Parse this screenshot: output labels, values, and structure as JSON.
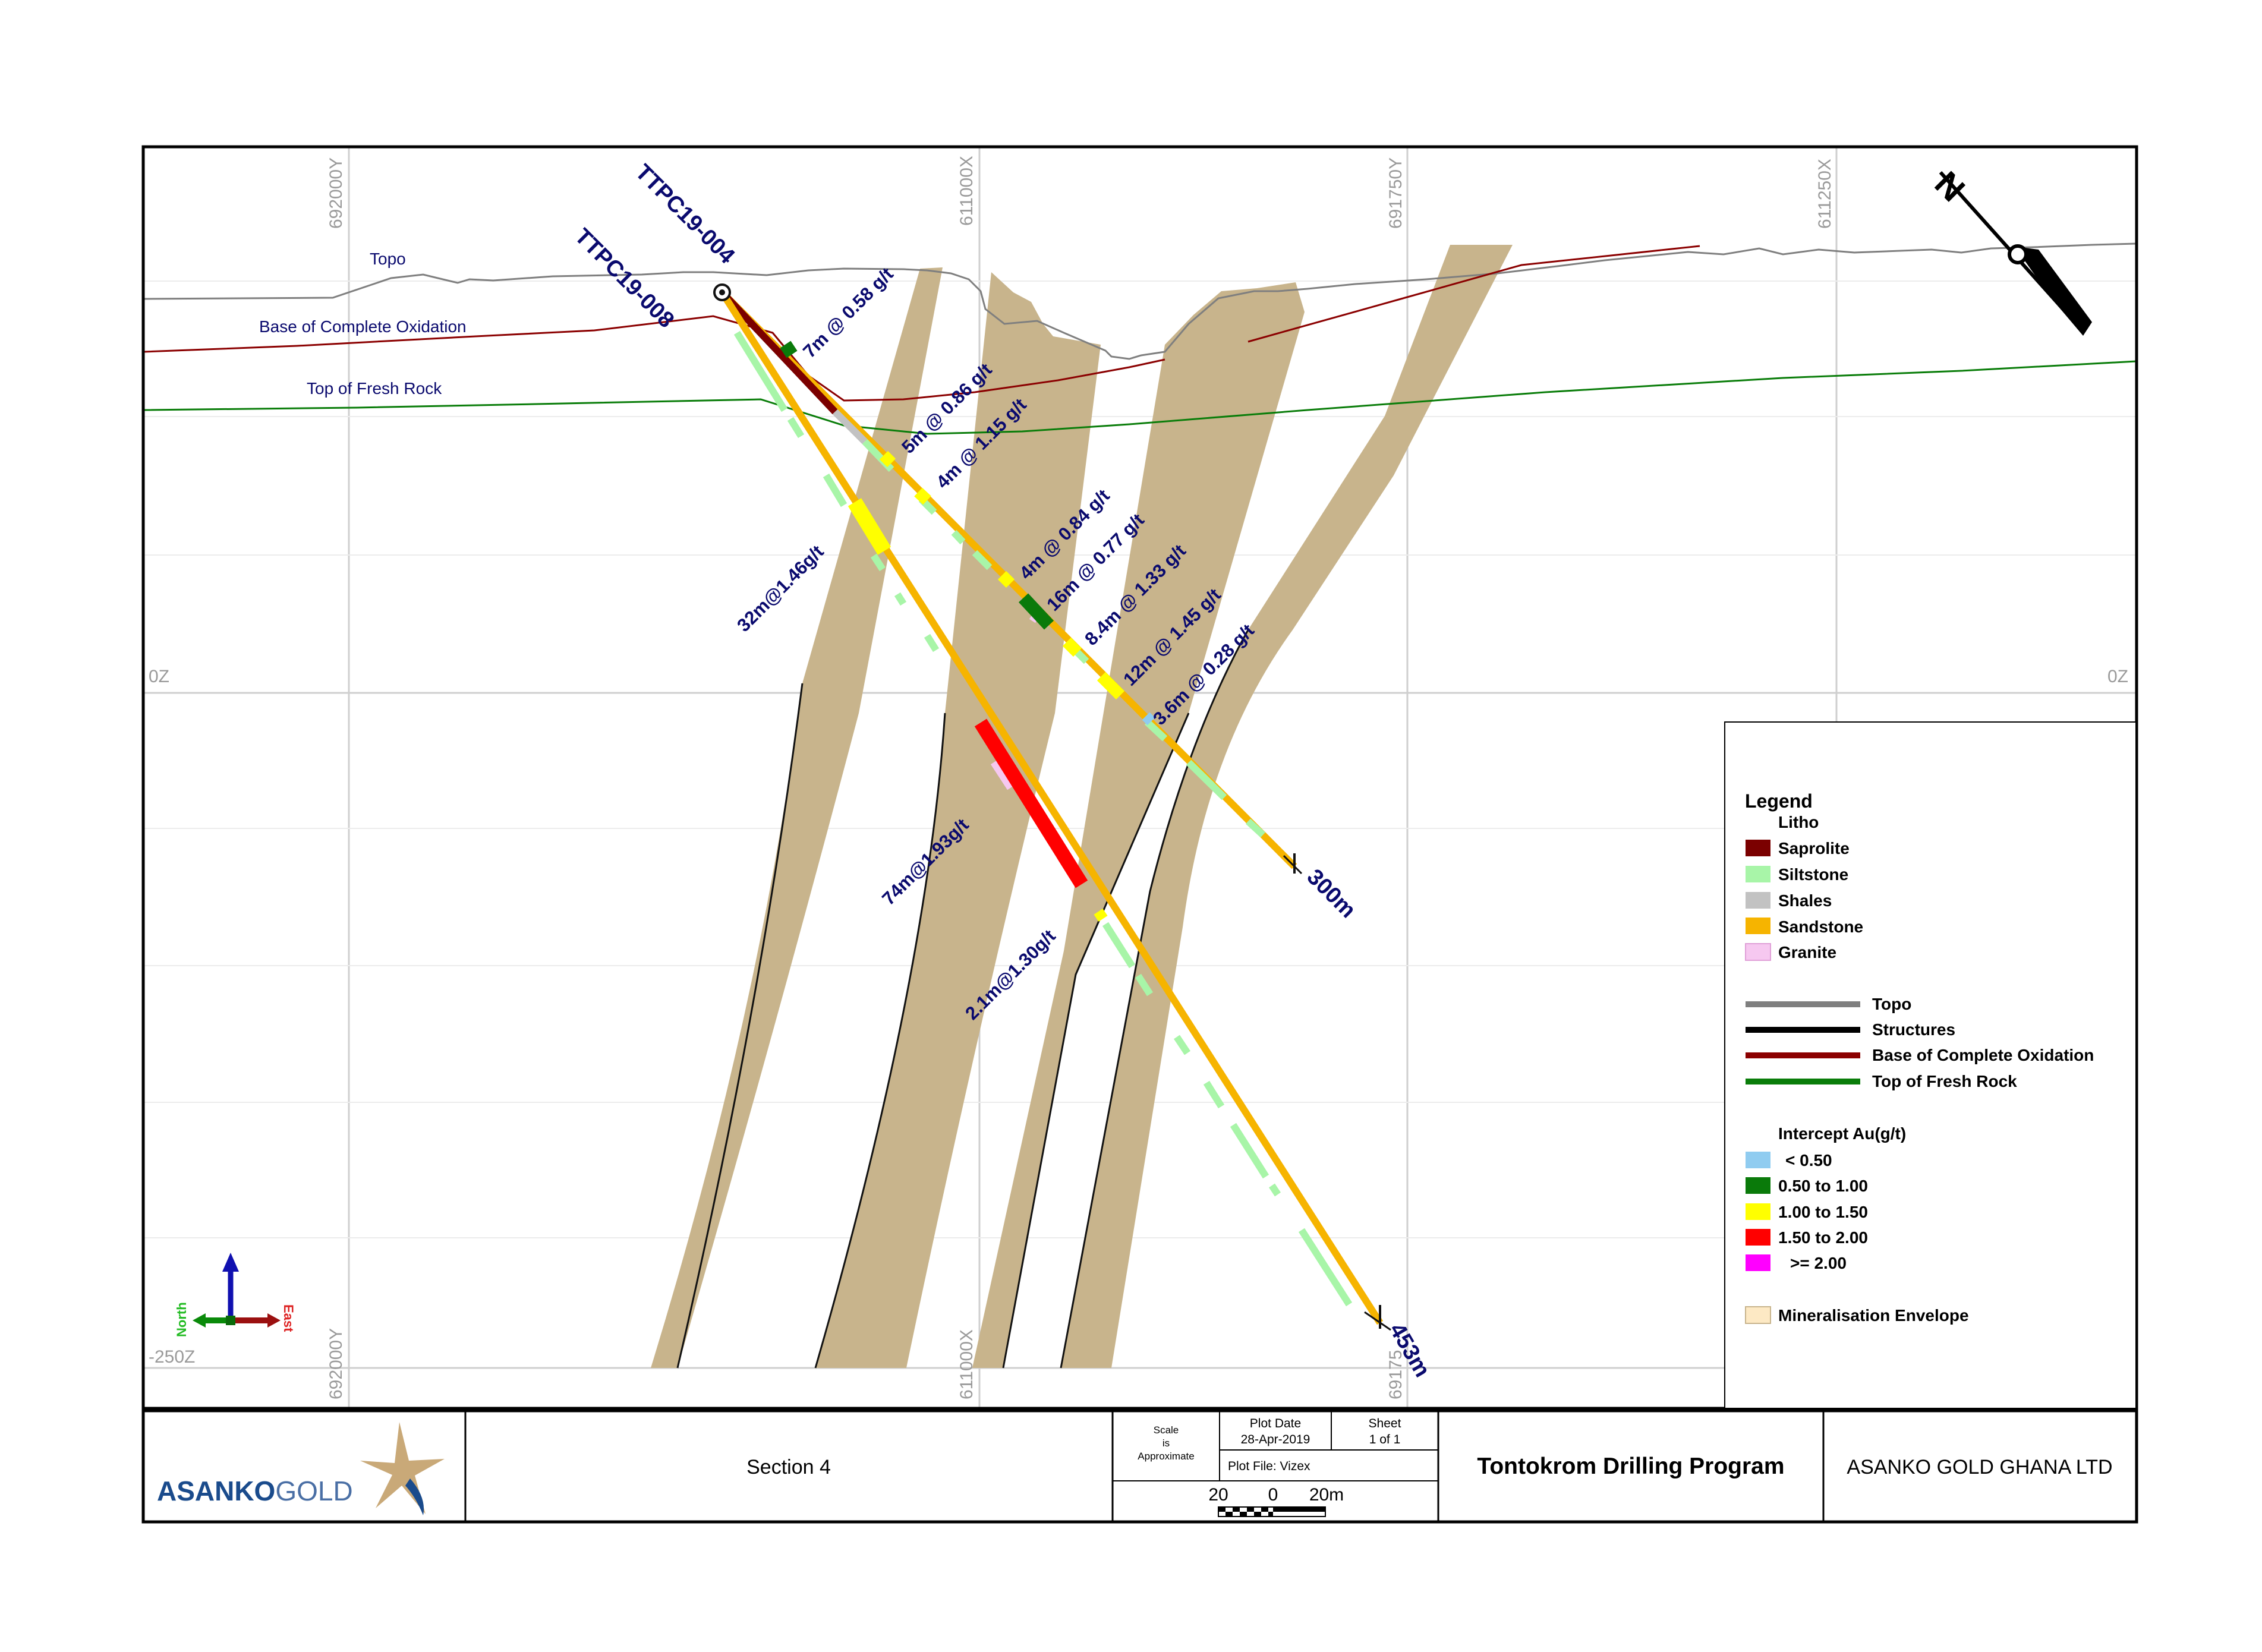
{
  "colors": {
    "saprolite": "#7b0000",
    "siltstone": "#a8f5a8",
    "shales": "#c2c2c2",
    "sandstone": "#f6b400",
    "granite": "#f6c8f0",
    "topo": "#7f7f7f",
    "structures": "#000000",
    "oxidation": "#8b0000",
    "fresh_rock": "#0a7d0a",
    "lt050": "#90ccf0",
    "r050_100": "#0a7a0a",
    "r100_150": "#ffff00",
    "r150_200": "#ff0000",
    "ge200": "#ff00ff",
    "envelope": "#c8b48c",
    "label_navy": "#0a0a6e"
  },
  "grid": {
    "labels_top": [
      "692000Y",
      "611000X",
      "691750Y",
      "611250X"
    ],
    "labels_bottom": [
      "692000Y",
      "611000X",
      "69175"
    ],
    "left_0z": "0Z",
    "right_0z": "0Z",
    "left_250z": "-250Z"
  },
  "surfaces": {
    "topo": "Topo",
    "oxidation": "Base of Complete Oxidation",
    "fresh_rock": "Top of Fresh Rock"
  },
  "holes": [
    {
      "id": "TTPC19-004",
      "end_depth": "300m"
    },
    {
      "id": "TTPC19-008",
      "end_depth": "453m"
    }
  ],
  "intercepts": [
    "7m @ 0.58 g/t",
    "5m @ 0.86 g/t",
    "4m @ 1.15 g/t",
    "4m @ 0.84 g/t",
    "16m @ 0.77 g/t",
    "8.4m @ 1.33 g/t",
    "12m @ 1.45 g/t",
    "3.6m @ 0.28 g/t",
    "32m@1.46g/t",
    "74m@1.93g/t",
    "2.1m@1.30g/t"
  ],
  "compass": {
    "north_letter": "N"
  },
  "axes": {
    "north": "North",
    "east": "East"
  },
  "legend": {
    "title": "Legend",
    "litho_heading": "Litho",
    "litho": [
      "Saprolite",
      "Siltstone",
      "Shales",
      "Sandstone",
      "Granite"
    ],
    "lines": [
      "Topo",
      "Structures",
      "Base of Complete Oxidation",
      "Top of Fresh Rock"
    ],
    "intercept_heading": "Intercept Au(g/t)",
    "intercept_ranges": [
      "< 0.50",
      "0.50 to 1.00",
      "1.00 to 1.50",
      "1.50 to 2.00",
      ">= 2.00"
    ],
    "envelope": "Mineralisation Envelope"
  },
  "title_block": {
    "logo_text_a": "ASANKO",
    "logo_text_b": "GOLD",
    "section": "Section 4",
    "scale_l1": "Scale",
    "scale_l2": "is",
    "scale_l3": "Approximate",
    "plot_date_label": "Plot Date",
    "plot_date": "28-Apr-2019",
    "sheet_label": "Sheet",
    "sheet": "1 of 1",
    "plot_file": "Plot File: Vizex",
    "scale_left": "20",
    "scale_mid": "0",
    "scale_right": "20m",
    "project": "Tontokrom Drilling Program",
    "company": "ASANKO GOLD GHANA LTD"
  }
}
